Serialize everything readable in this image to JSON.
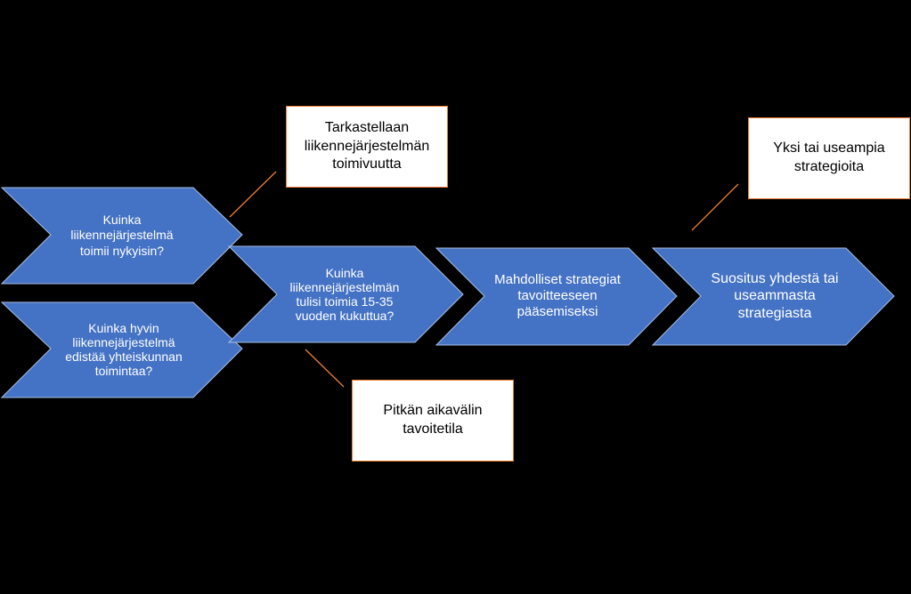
{
  "colors": {
    "chevron_fill": "#4472c4",
    "chevron_stroke": "#a9bfe3",
    "callout_border": "#ed7d31",
    "connector": "#ed7d31",
    "background": "#000000"
  },
  "chevrons": [
    {
      "text": "Kuinka liikennejärjestelmä toimii nykyisin?",
      "lines": [
        "Kuinka",
        "liikennejärjestelmä",
        "toimii nykyisin?"
      ]
    },
    {
      "text": "Kuinka hyvin liikennejärjestelmä edistää yhteiskunnan toimintaa?",
      "lines": [
        "Kuinka hyvin",
        "liikennejärjestelmä",
        "edistää yhteiskunnan",
        "toimintaa?"
      ]
    },
    {
      "text": "Kuinka liikennejärjestelmän tulisi toimia 15-35 vuoden kukuttua?",
      "lines": [
        "Kuinka",
        "liikennejärjestelmän",
        "tulisi toimia 15-35",
        "vuoden kukuttua?"
      ]
    },
    {
      "text": "Mahdolliset strategiat tavoitteeseen pääsemiseksi",
      "lines": [
        "Mahdolliset strategiat",
        "tavoitteeseen",
        "pääsemiseksi"
      ]
    },
    {
      "text": "Suositus yhdestä tai useammasta strategiasta",
      "lines": [
        "Suositus yhdestä tai",
        "useammasta",
        "strategiasta"
      ]
    }
  ],
  "callouts": [
    {
      "text": "Tarkastellaan liikennejärjestelmän toimivuutta",
      "lines": [
        "Tarkastellaan",
        "liikennejärjestelmän",
        "toimivuutta"
      ]
    },
    {
      "text": "Pitkän aikavälin tavoitetila",
      "lines": [
        "Pitkän aikavälin",
        "tavoitetila"
      ]
    },
    {
      "text": "Yksi tai useampia strategioita",
      "lines": [
        "Yksi tai useampia",
        "strategioita"
      ]
    }
  ]
}
